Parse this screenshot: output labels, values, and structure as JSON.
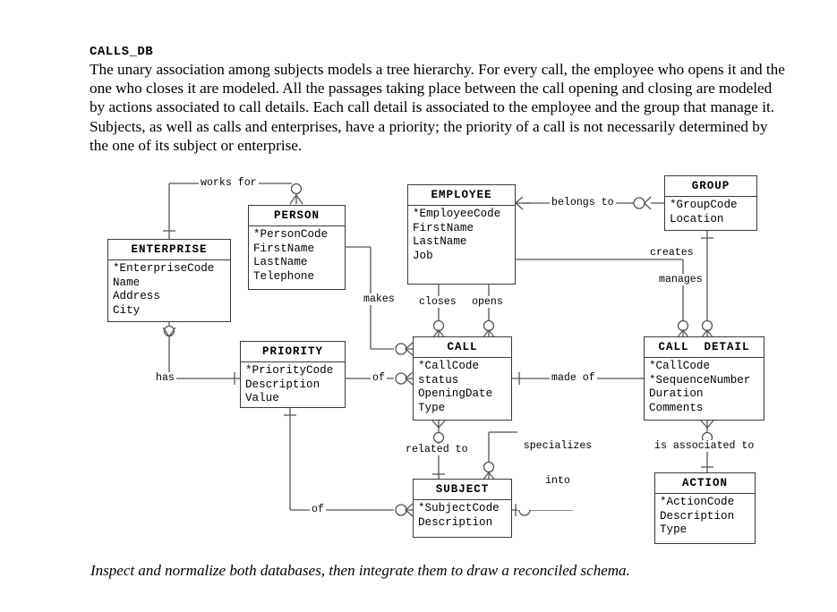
{
  "document": {
    "db_title": "CALLS_DB",
    "description": "The unary association among subjects models a tree hierarchy. For every call, the employee who opens it and the one who closes it are modeled. All the passages taking place between the call opening and closing are modeled by actions associated to call details. Each call detail is associated to the employee and the group that manage it. Subjects, as well as calls and enterprises, have a priority; the priority of a call is not necessarily determined by the one of its subject or enterprise.",
    "caption": "Inspect and normalize both databases, then integrate them to draw a reconciled schema."
  },
  "diagram": {
    "type": "entity-relationship",
    "notation": "crow's foot",
    "line_color": "#555555",
    "box_border_color": "#3a3a3a",
    "entities": [
      {
        "id": "enterprise",
        "name": "ENTERPRISE",
        "attributes": [
          "*EnterpriseCode",
          "Name",
          "Address",
          "City"
        ]
      },
      {
        "id": "person",
        "name": "PERSON",
        "attributes": [
          "*PersonCode",
          "FirstName",
          "LastName",
          "Telephone"
        ]
      },
      {
        "id": "employee",
        "name": "EMPLOYEE",
        "attributes": [
          "*EmployeeCode",
          "FirstName",
          "LastName",
          "Job"
        ]
      },
      {
        "id": "group",
        "name": "GROUP",
        "attributes": [
          "*GroupCode",
          "Location"
        ]
      },
      {
        "id": "priority",
        "name": "PRIORITY",
        "attributes": [
          "*PriorityCode",
          "Description",
          "Value"
        ]
      },
      {
        "id": "call",
        "name": "CALL",
        "attributes": [
          "*CallCode",
          "status",
          "OpeningDate",
          "Type"
        ]
      },
      {
        "id": "call_detail",
        "name": "CALL  DETAIL",
        "attributes": [
          "*CallCode",
          "*SequenceNumber",
          "Duration",
          "Comments"
        ]
      },
      {
        "id": "subject",
        "name": "SUBJECT",
        "attributes": [
          "*SubjectCode",
          "Description"
        ]
      },
      {
        "id": "action",
        "name": "ACTION",
        "attributes": [
          "*ActionCode",
          "Description",
          "Type"
        ]
      }
    ],
    "relationships": [
      {
        "id": "works_for",
        "label": "works for",
        "from": "person",
        "to": "enterprise"
      },
      {
        "id": "belongs_to",
        "label": "belongs to",
        "from": "employee",
        "to": "group"
      },
      {
        "id": "creates",
        "label": "creates",
        "from": "employee",
        "to": "call_detail"
      },
      {
        "id": "manages",
        "label": "manages",
        "from": "group",
        "to": "call_detail"
      },
      {
        "id": "makes",
        "label": "makes",
        "from": "person",
        "to": "call"
      },
      {
        "id": "closes",
        "label": "closes",
        "from": "employee",
        "to": "call"
      },
      {
        "id": "opens",
        "label": "opens",
        "from": "employee",
        "to": "call"
      },
      {
        "id": "has",
        "label": "has",
        "from": "enterprise",
        "to": "priority"
      },
      {
        "id": "of_call",
        "label": "of",
        "from": "priority",
        "to": "call"
      },
      {
        "id": "of_subject",
        "label": "of",
        "from": "priority",
        "to": "subject"
      },
      {
        "id": "made_of",
        "label": "made of",
        "from": "call",
        "to": "call_detail"
      },
      {
        "id": "related_to",
        "label": "related to",
        "from": "call",
        "to": "subject"
      },
      {
        "id": "specializes_into",
        "label": "specializes\ninto",
        "from": "subject",
        "to": "subject"
      },
      {
        "id": "is_associated_to",
        "label": "is associated to",
        "from": "call_detail",
        "to": "action"
      }
    ]
  }
}
